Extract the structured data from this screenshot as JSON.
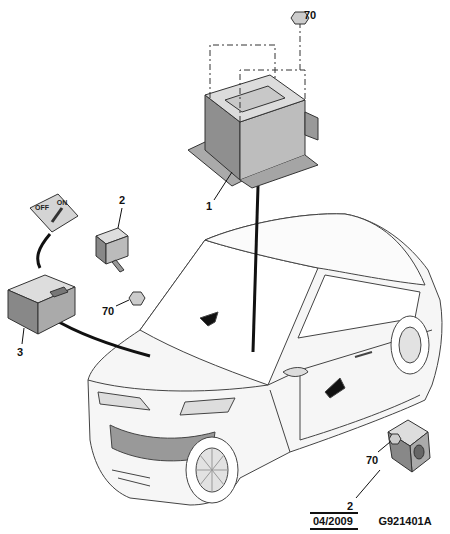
{
  "diagram": {
    "nodes": [
      {
        "text": [
          "04/2009"
        ]
      }
    ],
    "labels": [
      "70",
      "2",
      "1",
      "70",
      "3",
      "70",
      "2",
      "OFF",
      "ON",
      "G921401A"
    ]
  }
}
